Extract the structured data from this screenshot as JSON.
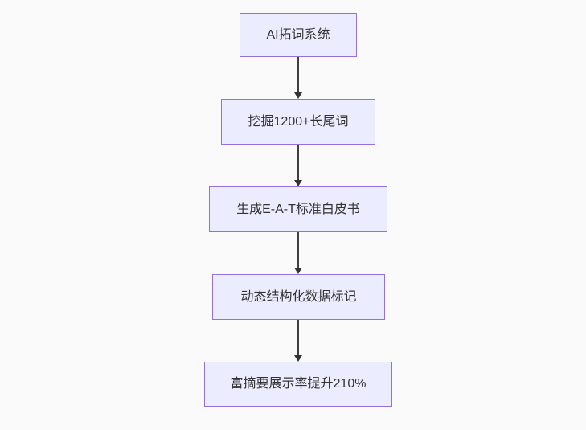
{
  "flowchart": {
    "type": "flowchart-top-down",
    "nodes": [
      {
        "label": "AI拓词系统"
      },
      {
        "label": "挖掘1200+长尾词"
      },
      {
        "label": "生成E-A-T标准白皮书"
      },
      {
        "label": "动态结构化数据标记"
      },
      {
        "label": "富摘要展示率提升210%"
      }
    ],
    "edges": [
      {
        "from": 0,
        "to": 1,
        "style": "arrow-down"
      },
      {
        "from": 1,
        "to": 2,
        "style": "arrow-down"
      },
      {
        "from": 2,
        "to": 3,
        "style": "arrow-down"
      },
      {
        "from": 3,
        "to": 4,
        "style": "arrow-down"
      }
    ],
    "colors": {
      "background": "#fafafa",
      "node_fill": "#ececff",
      "node_border": "#9370db",
      "node_text": "#333333",
      "edge_line": "#3f3f3f",
      "edge_arrowhead": "#333333"
    }
  }
}
